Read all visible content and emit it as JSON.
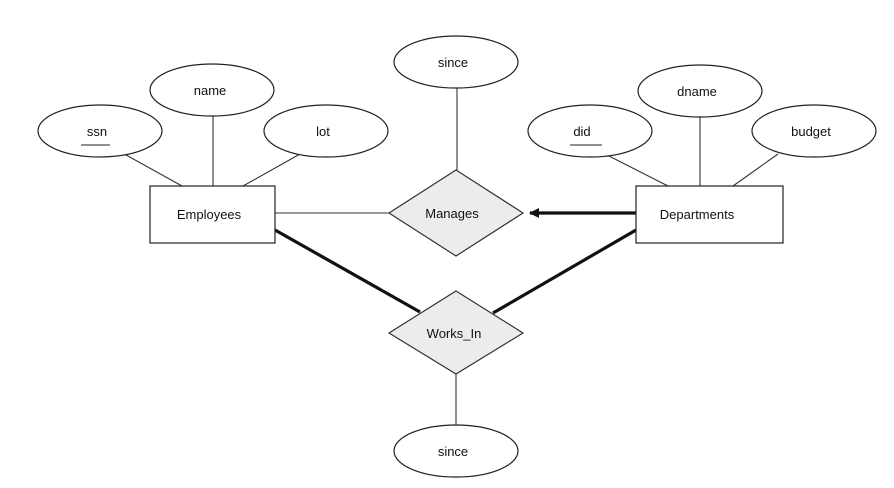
{
  "entities": {
    "employees": "Employees",
    "departments": "Departments"
  },
  "relationships": {
    "manages": "Manages",
    "works_in": "Works_In"
  },
  "attributes": {
    "ssn": "ssn",
    "name": "name",
    "lot": "lot",
    "did": "did",
    "dname": "dname",
    "budget": "budget",
    "manages_since": "since",
    "works_in_since": "since"
  }
}
